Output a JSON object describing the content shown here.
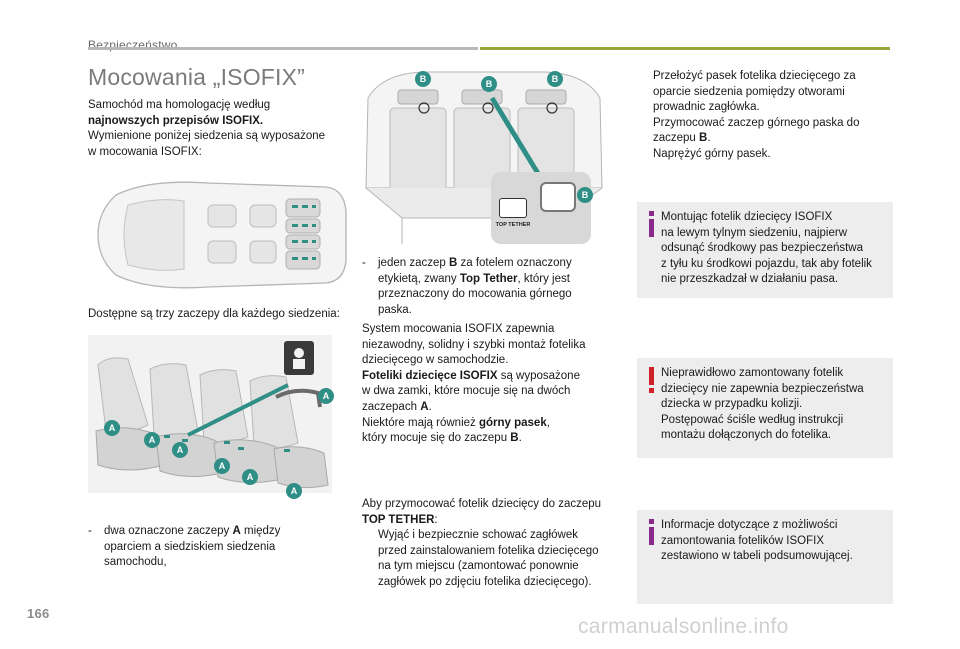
{
  "header": {
    "section": "Bezpieczeństwo"
  },
  "title": "Mocowania „ISOFIX”",
  "intro": {
    "line1": "Samochód ma homologację według",
    "line2": "najnowszych przepisów ISOFIX.",
    "line3": "Wymienione poniżej siedzenia są wyposażone",
    "line4": "w mocowania ISOFIX:"
  },
  "anchors_caption": "Dostępne są trzy zaczepy dla każdego siedzenia:",
  "item_a": {
    "dash": "-",
    "line1_prefix": "dwa oznaczone zaczepy ",
    "line1_letter": "A",
    "line1_suffix": " między",
    "line2": "oparciem a siedziskiem siedzenia",
    "line3": "samochodu,"
  },
  "item_b": {
    "dash": "-",
    "line1_prefix": "jeden zaczep ",
    "line1_letter": "B",
    "line1_suffix": " za fotelem oznaczony",
    "line2_prefix": "etykietą, zwany ",
    "line2_bold": "Top Tether",
    "line2_suffix": ", który jest",
    "line3": "przeznaczony do mocowania górnego",
    "line4": "paska."
  },
  "system": {
    "line1": "System mocowania ISOFIX zapewnia",
    "line2": "niezawodny, solidny i szybki montaż fotelika",
    "line3": "dziecięcego w samochodzie.",
    "line4_bold": "Foteliki dziecięce ISOFIX",
    "line4_suffix": " są wyposażone",
    "line5": "w dwa zamki, które mocuje się na dwóch",
    "line6_prefix": "zaczepach ",
    "line6_letter": "A",
    "line6_suffix": ".",
    "line7_prefix": "Niektóre mają również ",
    "line7_bold": "górny pasek",
    "line7_suffix": ",",
    "line8_prefix": "który mocuje się do zaczepu ",
    "line8_letter": "B",
    "line8_suffix": "."
  },
  "tether": {
    "line1": "Aby przymocować fotelik dziecięcy do zaczepu",
    "line2_bold": "TOP TETHER",
    "line2_suffix": ":",
    "step1": {
      "line1": "Wyjąć i bezpiecznie schować zagłówek",
      "line2": "przed zainstalowaniem fotelika dziecięcego",
      "line3": "na tym miejscu (zamontować ponownie",
      "line4": "zagłówek po zdjęciu fotelika dziecięcego)."
    }
  },
  "steps_right": {
    "step2": {
      "line1": "Przełożyć pasek fotelika dziecięcego za",
      "line2": "oparcie siedzenia pomiędzy otworami",
      "line3": "prowadnic zagłówka."
    },
    "step3": {
      "line1": "Przymocować zaczep górnego paska do",
      "line2_prefix": "zaczepu ",
      "line2_letter": "B",
      "line2_suffix": "."
    },
    "step4": {
      "line1": "Naprężyć górny pasek."
    }
  },
  "bullet_symbol": "",
  "notes": {
    "info1": {
      "line1": "Montując fotelik dziecięcy ISOFIX",
      "line2": "na lewym tylnym siedzeniu, najpierw",
      "line3": "odsunąć środkowy pas bezpieczeństwa",
      "line4": "z tyłu ku środkowi pojazdu, tak aby fotelik",
      "line5": "nie przeszkadzał w działaniu pasa."
    },
    "warning": {
      "line1": "Nieprawidłowo zamontowany fotelik",
      "line2": "dziecięcy nie zapewnia bezpieczeństwa",
      "line3": "dziecka w przypadku kolizji.",
      "line4": "Postępować ściśle według instrukcji",
      "line5": "montażu dołączonych do fotelika."
    },
    "info2": {
      "line1": "Informacje dotyczące z możliwości",
      "line2": "zamontowania fotelików ISOFIX",
      "line3": "zestawiono w tabeli podsumowującej."
    }
  },
  "figures": {
    "trunk_markers": [
      "B",
      "B",
      "B"
    ],
    "trunk_zoom_marker": "B",
    "trunk_label": "TOP TETHER",
    "seats_markers": [
      "A",
      "A",
      "A",
      "A",
      "A",
      "A",
      "A"
    ]
  },
  "colors": {
    "accent_green": "#9aa63b",
    "marker_teal": "#2f8f86",
    "info_purple": "#8a2a8c",
    "warning_red": "#d0202a",
    "note_bg": "#ededed"
  },
  "page_number": "166",
  "watermark": "carmanualsonline.info"
}
